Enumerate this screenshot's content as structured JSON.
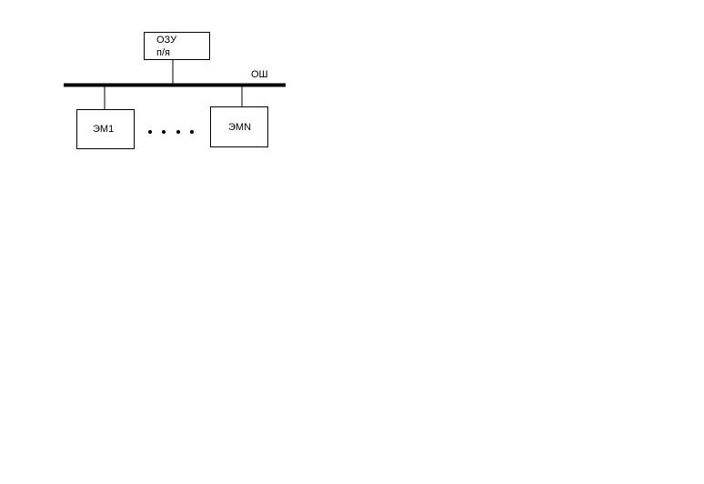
{
  "diagram": {
    "memory": {
      "line1": "ОЗУ",
      "line2": "п/я"
    },
    "bus_label": "ОШ",
    "module_first": "ЭМ1",
    "module_last": "ЭМN",
    "ellipsis": "• • • •"
  },
  "colors": {
    "line": "#000000",
    "background": "#ffffff"
  }
}
